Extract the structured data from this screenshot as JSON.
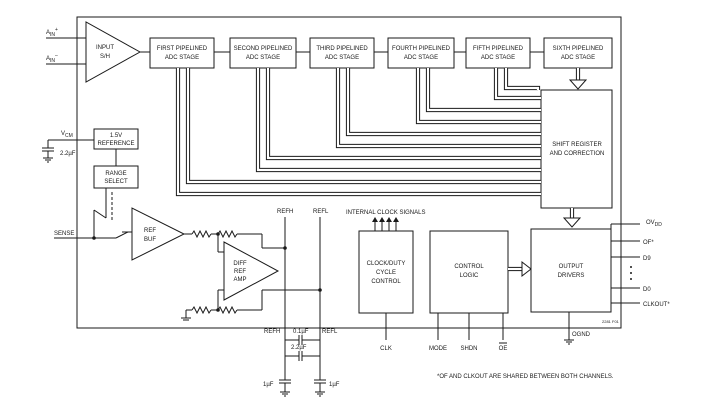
{
  "input_pins": {
    "ain_plus": "A",
    "ain_plus_sub": "IN",
    "ain_plus_sup": "+",
    "ain_minus": "A",
    "ain_minus_sub": "IN",
    "ain_minus_sup": "–"
  },
  "input_sh": [
    "INPUT",
    "S/H"
  ],
  "stages": [
    [
      "FIRST PIPELINED",
      "ADC STAGE"
    ],
    [
      "SECOND PIPELINED",
      "ADC STAGE"
    ],
    [
      "THIRD PIPELINED",
      "ADC STAGE"
    ],
    [
      "FOURTH PIPELINED",
      "ADC STAGE"
    ],
    [
      "FIFTH PIPELINED",
      "ADC STAGE"
    ],
    [
      "SIXTH PIPELINED",
      "ADC STAGE"
    ]
  ],
  "shift_register": [
    "SHIFT REGISTER",
    "AND CORRECTION"
  ],
  "vcm": {
    "label": "V",
    "sub": "CM",
    "cap": "2.2µF"
  },
  "reference": [
    "1.5V",
    "REFERENCE"
  ],
  "range_select": [
    "RANGE",
    "SELECT"
  ],
  "sense_label": "SENSE",
  "ref_buf": [
    "REF",
    "BUF"
  ],
  "diff_amp": [
    "DIFF",
    "REF",
    "AMP"
  ],
  "refh_top": "REFH",
  "refl_top": "REFL",
  "refh_bottom": "REFH",
  "refl_bottom": "REFL",
  "cap_01": "0.1µF",
  "cap_22": "2.2µF",
  "cap_1a": "1µF",
  "cap_1b": "1µF",
  "internal_clock": "INTERNAL CLOCK SIGNALS",
  "clock_duty": [
    "CLOCK/DUTY",
    "CYCLE",
    "CONTROL"
  ],
  "control_logic": [
    "CONTROL",
    "LOGIC"
  ],
  "output_drivers": [
    "OUTPUT",
    "DRIVERS"
  ],
  "outputs": {
    "ov": "OV",
    "ov_sub": "DD",
    "of": "OF*",
    "d9": "D9",
    "dots": "•\n•\n•",
    "d0": "D0",
    "clkout": "CLKOUT*"
  },
  "bottom_pins": {
    "clk": "CLK",
    "mode": "MODE",
    "shdn": "SHDN",
    "oe": "OE",
    "ognd": "OGND"
  },
  "figure_id": "2281 F01",
  "footnote": "*OF AND CLKOUT ARE SHARED BETWEEN BOTH CHANNELS."
}
